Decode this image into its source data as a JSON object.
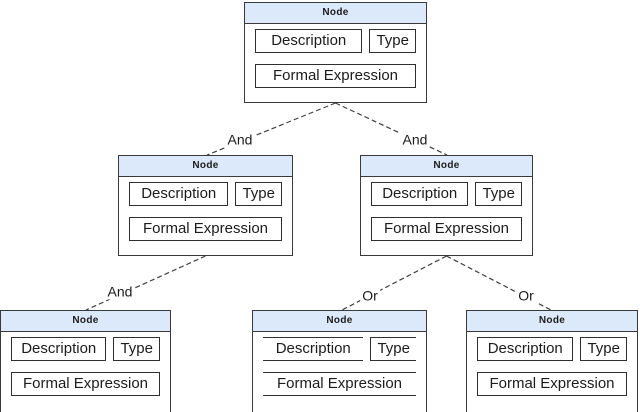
{
  "colors": {
    "header_fill": "#dbe9fa",
    "node_border": "#3a3a3a",
    "cell_border": "#2f2f2f",
    "text": "#1c1c1c",
    "edge_line": "#3f3f3f"
  },
  "nodes": [
    {
      "title": "Node",
      "description": "Description",
      "type": "Type",
      "formal": "Formal Expression"
    },
    {
      "title": "Node",
      "description": "Description",
      "type": "Type",
      "formal": "Formal Expression"
    },
    {
      "title": "Node",
      "description": "Description",
      "type": "Type",
      "formal": "Formal Expression"
    },
    {
      "title": "Node",
      "description": "Description",
      "type": "Type",
      "formal": "Formal Expression"
    },
    {
      "title": "Node",
      "description": "Description",
      "type": "Type",
      "formal": "Formal Expression"
    },
    {
      "title": "Node",
      "description": "Description",
      "type": "Type",
      "formal": "Formal Expression"
    }
  ],
  "edges": [
    {
      "label": "And"
    },
    {
      "label": "And"
    },
    {
      "label": "And"
    },
    {
      "label": "Or"
    },
    {
      "label": "Or"
    }
  ]
}
